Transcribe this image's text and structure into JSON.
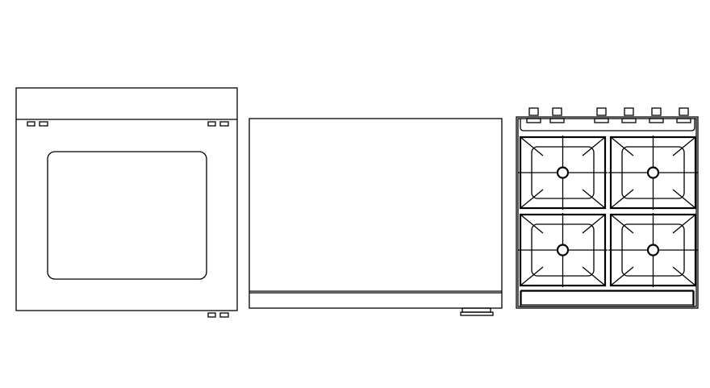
{
  "drawing": {
    "views": [
      "oven-front",
      "range-side",
      "cooktop-top"
    ],
    "burner_count": 4,
    "knob_count": 6,
    "line_color": "#000000",
    "background": "#ffffff"
  }
}
